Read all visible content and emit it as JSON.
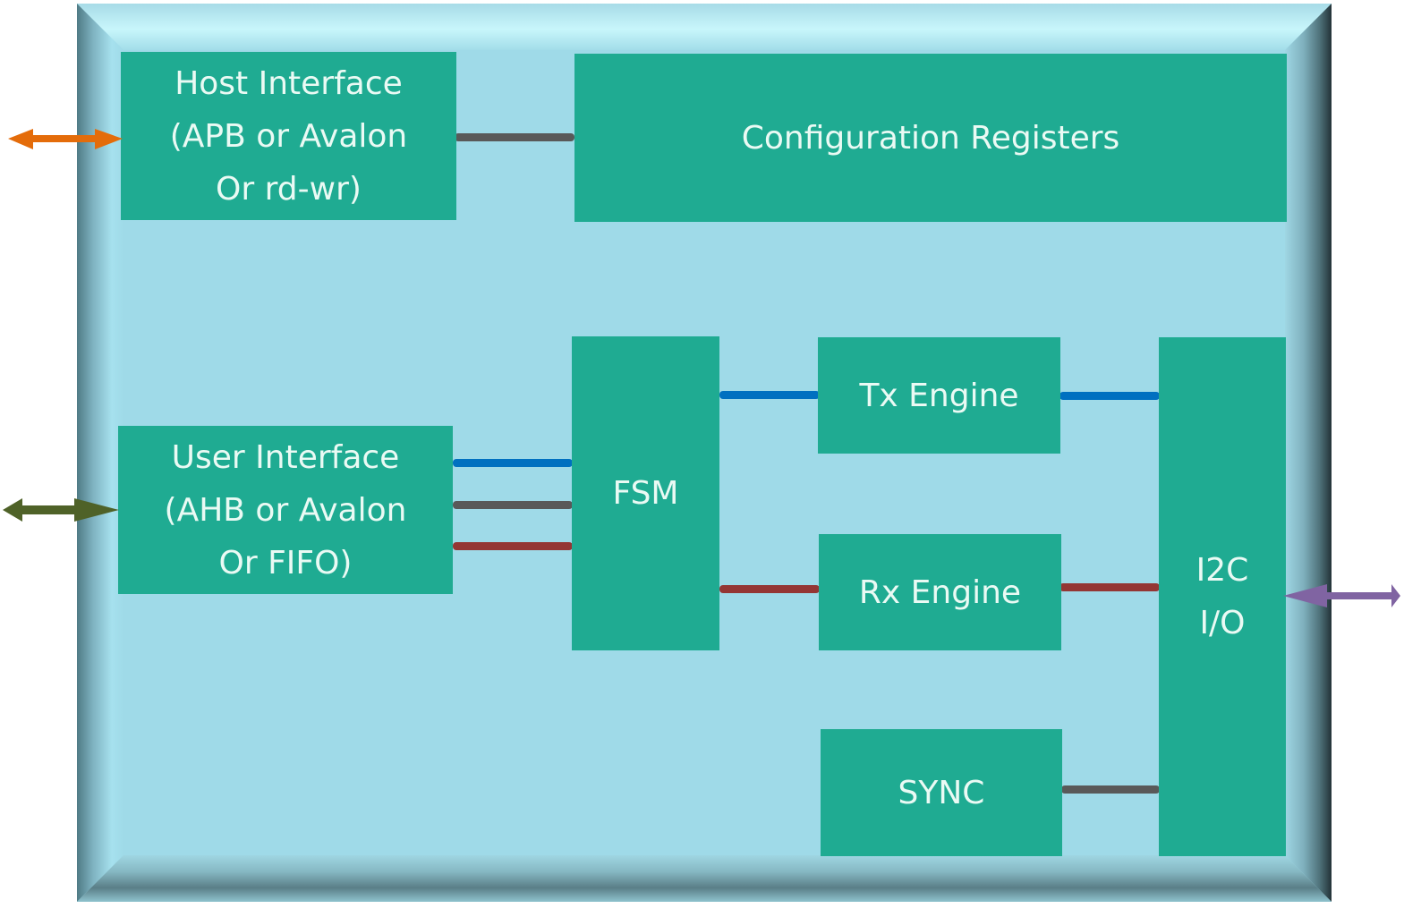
{
  "diagram": {
    "blocks": {
      "host_interface": {
        "label": "Host Interface\n(APB or Avalon\nOr rd-wr)"
      },
      "config_registers": {
        "label": "Configuration Registers"
      },
      "user_interface": {
        "label": "User Interface\n(AHB or Avalon\nOr FIFO)"
      },
      "fsm": {
        "label": "FSM"
      },
      "tx_engine": {
        "label": "Tx Engine"
      },
      "rx_engine": {
        "label": "Rx Engine"
      },
      "sync": {
        "label": "SYNC"
      },
      "i2c_io": {
        "label": "I2C\nI/O"
      }
    },
    "connections": [
      {
        "from": "host_interface",
        "to": "config_registers",
        "color": "#595959"
      },
      {
        "from": "user_interface",
        "to": "fsm",
        "color": "#0070c0"
      },
      {
        "from": "user_interface",
        "to": "fsm",
        "color": "#595959"
      },
      {
        "from": "user_interface",
        "to": "fsm",
        "color": "#943634"
      },
      {
        "from": "fsm",
        "to": "tx_engine",
        "color": "#0070c0"
      },
      {
        "from": "tx_engine",
        "to": "i2c_io",
        "color": "#0070c0"
      },
      {
        "from": "fsm",
        "to": "rx_engine",
        "color": "#943634"
      },
      {
        "from": "rx_engine",
        "to": "i2c_io",
        "color": "#943634"
      },
      {
        "from": "sync",
        "to": "i2c_io",
        "color": "#595959"
      }
    ],
    "external_ports": [
      {
        "name": "host-port",
        "attached_to": "host_interface",
        "direction": "bidirectional",
        "color": "#e46c0a"
      },
      {
        "name": "user-port",
        "attached_to": "user_interface",
        "direction": "bidirectional",
        "color": "#4f6228"
      },
      {
        "name": "i2c-port",
        "attached_to": "i2c_io",
        "direction": "bidirectional",
        "color": "#8064a2"
      }
    ],
    "colors": {
      "block_fill": "#1fab92",
      "block_text": "#eafaf4",
      "container_fill": "#9fdae8"
    }
  }
}
